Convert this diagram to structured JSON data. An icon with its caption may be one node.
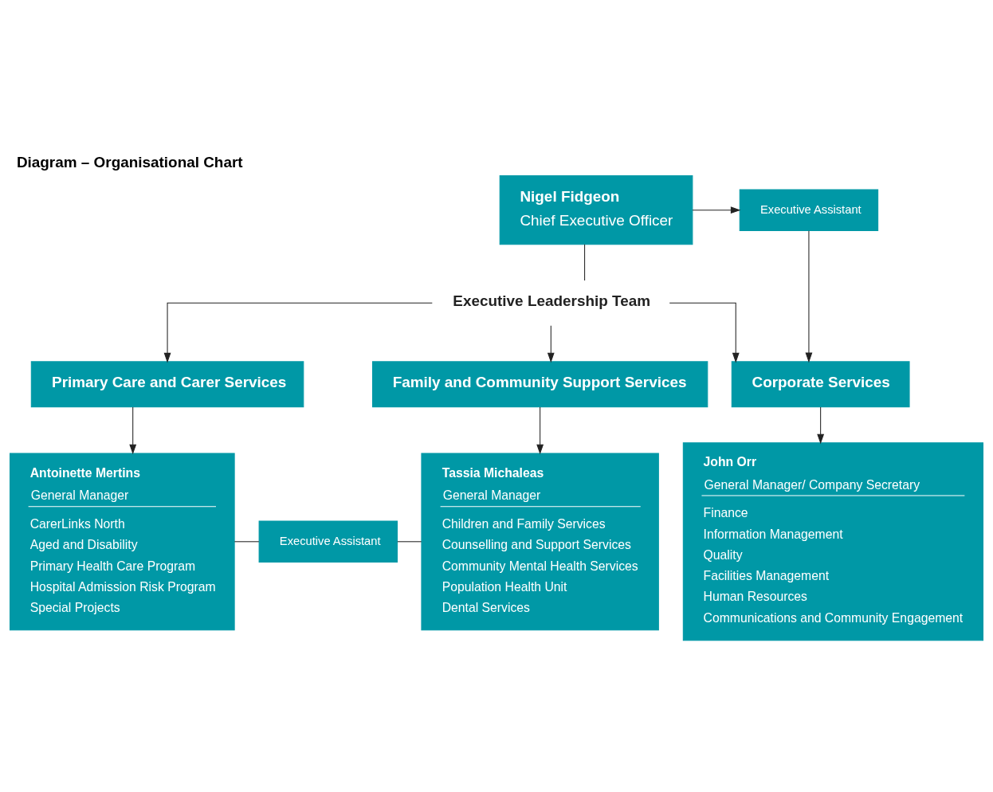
{
  "diagram": {
    "title": "Diagram – Organisational Chart",
    "nodes": [
      {
        "text": [
          "Nigel Fidgeon",
          "Chief Executive Officer"
        ]
      },
      {
        "text": [
          "Executive Assistant"
        ]
      },
      {
        "text": [
          "Executive Leadership Team"
        ]
      },
      {
        "text": [
          "Primary Care and Carer Services"
        ]
      },
      {
        "text": [
          "Family and Community Support Services"
        ]
      },
      {
        "text": [
          "Corporate Services"
        ]
      },
      {
        "text": [
          "Antoinette Mertins",
          "General Manager",
          "CarerLinks North",
          "Aged and Disability",
          "Primary Health Care Program",
          "Hospital Admission Risk Program",
          "Special Projects"
        ]
      },
      {
        "text": [
          "Executive Assistant"
        ]
      },
      {
        "text": [
          "Tassia Michaleas",
          "General Manager",
          "Children and Family Services",
          "Counselling and Support Services",
          "Community Mental Health Services",
          "Population Health Unit",
          "Dental Services"
        ]
      },
      {
        "text": [
          "John Orr",
          "General Manager/ Company Secretary",
          "Finance",
          "Information Management",
          "Quality",
          "Facilities Management",
          "Human Resources",
          "Communications and Community Engagement"
        ]
      }
    ],
    "edges": [
      {
        "from": 0,
        "to": 1,
        "arrow": "to"
      },
      {
        "from": 0,
        "to": 2,
        "arrow": "none"
      },
      {
        "from": 2,
        "to": 3,
        "arrow": "to"
      },
      {
        "from": 2,
        "to": 4,
        "arrow": "to"
      },
      {
        "from": 2,
        "to": 5,
        "arrow": "to"
      },
      {
        "from": 1,
        "to": 5,
        "arrow": "to"
      },
      {
        "from": 3,
        "to": 6,
        "arrow": "to"
      },
      {
        "from": 4,
        "to": 8,
        "arrow": "to"
      },
      {
        "from": 5,
        "to": 9,
        "arrow": "to"
      },
      {
        "from": 6,
        "to": 7,
        "arrow": "none"
      },
      {
        "from": 7,
        "to": 8,
        "arrow": "none"
      }
    ]
  }
}
